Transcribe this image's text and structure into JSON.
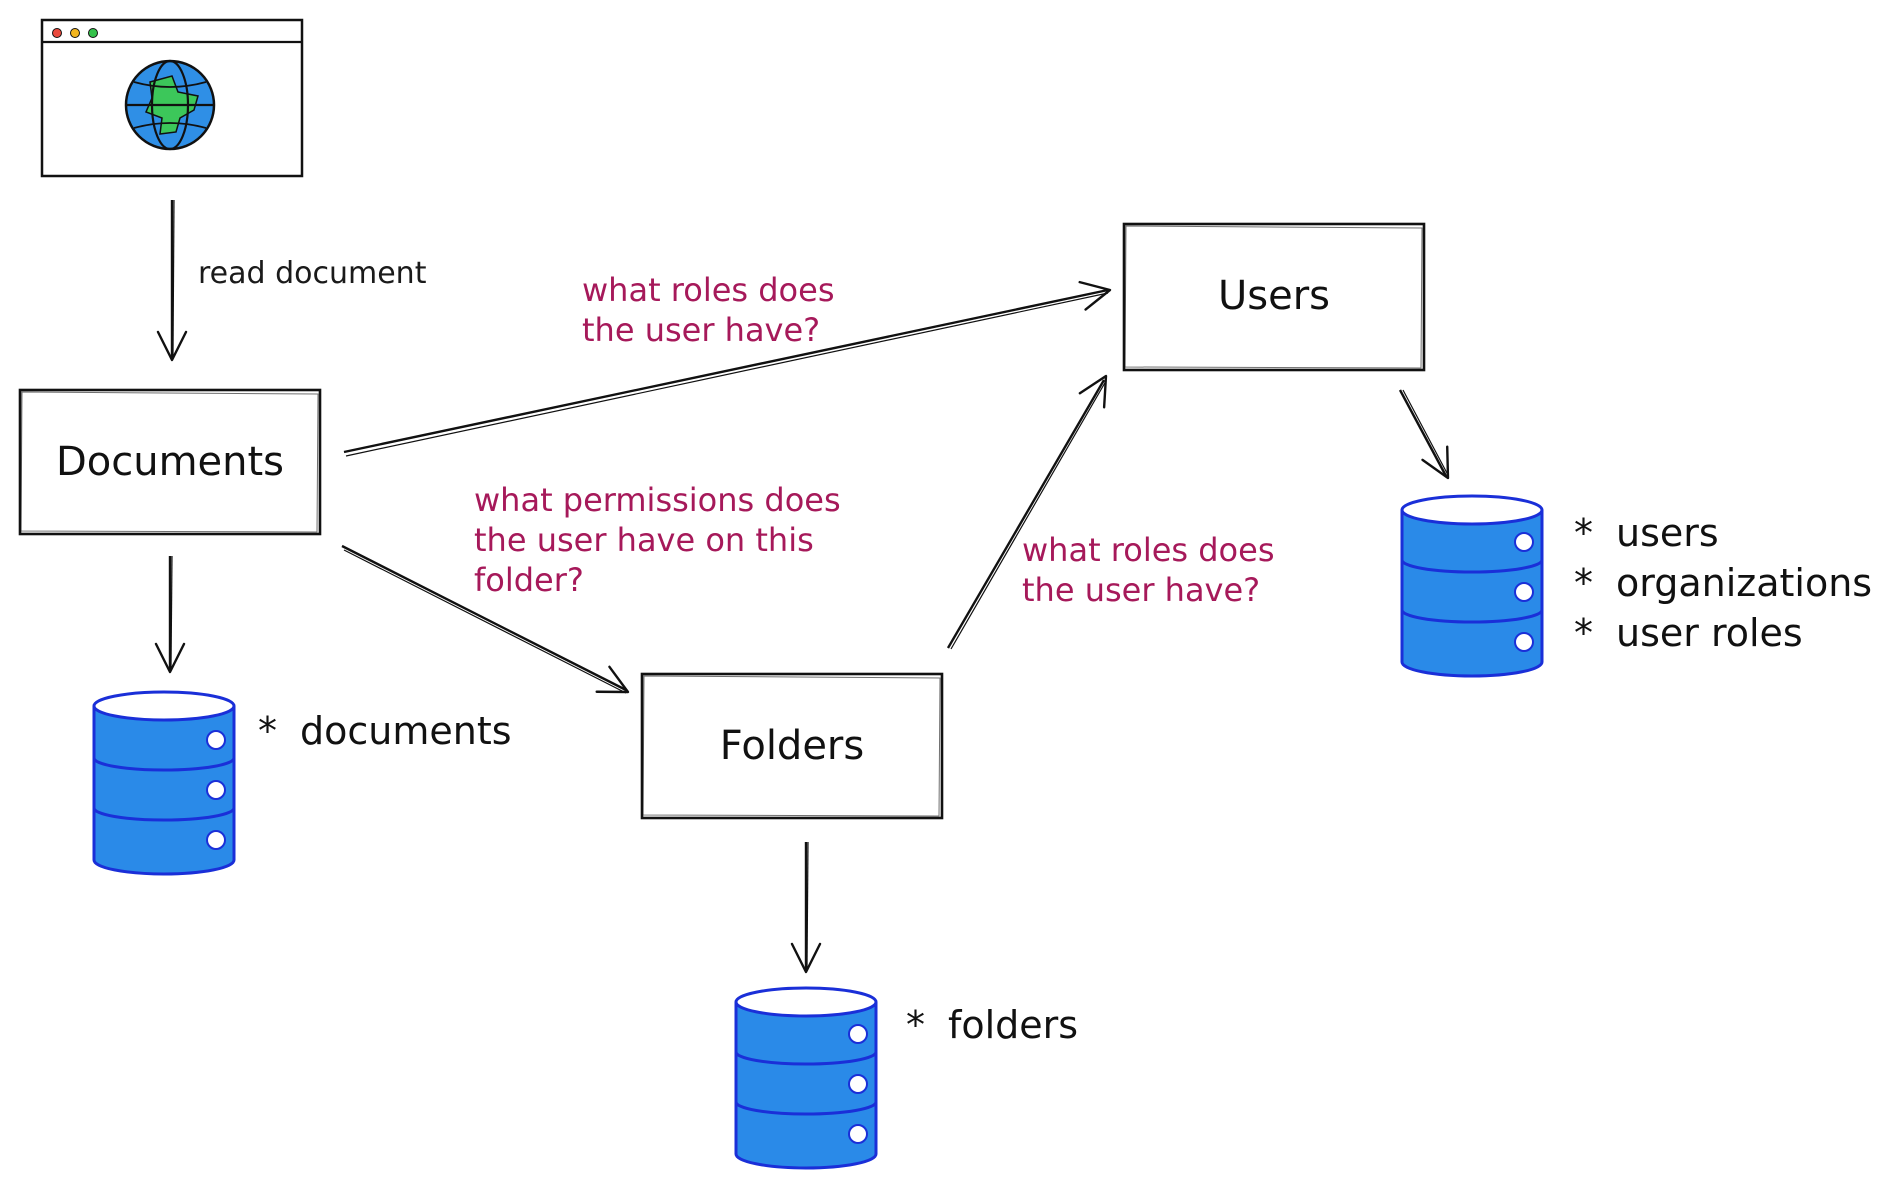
{
  "nodes": {
    "documents": {
      "label": "Documents"
    },
    "users": {
      "label": "Users"
    },
    "folders": {
      "label": "Folders"
    }
  },
  "edges": {
    "read_document": "read document",
    "documents_users": [
      "what roles does",
      "the user have?"
    ],
    "documents_folders": [
      "what permissions does",
      "the user have on this",
      "folder?"
    ],
    "folders_users": [
      "what roles does",
      "the user have?"
    ]
  },
  "databases": {
    "documents_db": {
      "items": [
        "documents"
      ]
    },
    "folders_db": {
      "items": [
        "folders"
      ]
    },
    "users_db": {
      "items": [
        "users",
        "organizations",
        "user roles"
      ]
    }
  },
  "bullet": "*",
  "icons": {
    "browser": "browser-window-icon",
    "globe": "globe-icon",
    "database": "database-icon"
  },
  "colors": {
    "stroke": "#111111",
    "edge_label": "#a6195a",
    "db_fill": "#2a8ae8",
    "db_stroke": "#1a2fd8",
    "globe_ocean": "#2f8fe6",
    "globe_land": "#3cc75a",
    "dot_red": "#ea4a3d",
    "dot_yellow": "#f2b51f",
    "dot_green": "#34c24b"
  }
}
